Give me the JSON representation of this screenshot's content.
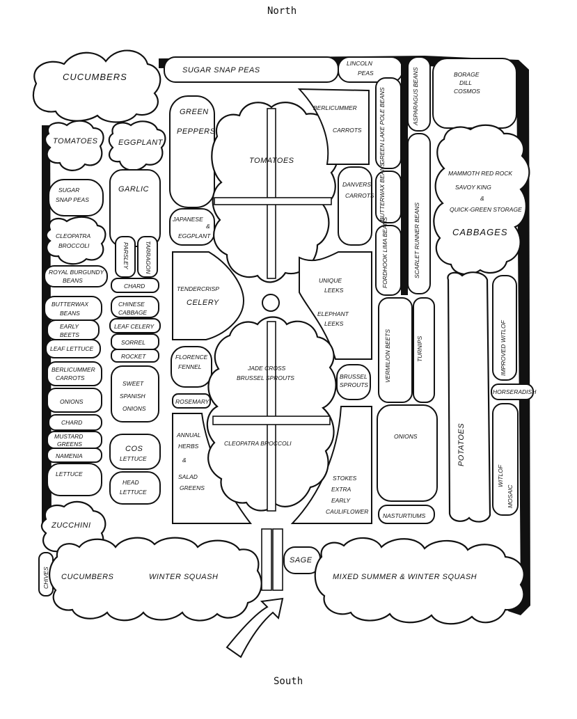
{
  "compass": {
    "north": "North",
    "south": "South"
  },
  "beds": {
    "cucumbers_nw": "CUCUMBERS",
    "sugar_snap_peas_top": "SUGAR SNAP PEAS",
    "lincoln_peas_1": "LINCOLN",
    "lincoln_peas_2": "PEAS",
    "borage_1": "BORAGE",
    "borage_2": "DILL",
    "borage_3": "COSMOS",
    "tomatoes_left": "TOMATOES",
    "eggplant_left": "EGGPLANT",
    "green_peppers_1": "GREEN",
    "green_peppers_2": "PEPPERS",
    "tomatoes_center": "TOMATOES",
    "berlicummer_carrots_top_1": "BERLICUMMER",
    "berlicummer_carrots_top_2": "CARROTS",
    "green_lake_pole_beans": "GREEN LAKE POLE BEANS",
    "asparagus_beans": "ASPARAGUS BEANS",
    "sugar_snap_left_1": "SUGAR",
    "sugar_snap_left_2": "SNAP PEAS",
    "garlic": "GARLIC",
    "danvers_carrots_1": "DANVERS",
    "danvers_carrots_2": "CARROTS",
    "butterwax_beans_right": "BUTTERWAX BEANS",
    "scarlet_runner_beans": "SCARLET RUNNER BEANS",
    "mammoth_1": "MAMMOTH RED ROCK",
    "mammoth_2": "SAVOY KING",
    "mammoth_3": "&",
    "mammoth_4": "QUICK-GREEN STORAGE",
    "cabbages": "CABBAGES",
    "cleopatra_left_1": "CLEOPATRA",
    "cleopatra_left_2": "BROCCOLI",
    "parsley": "PARSLEY",
    "tarragon": "TARRAGON",
    "japanese_eggplant_1": "JAPANESE",
    "japanese_eggplant_2": "&",
    "japanese_eggplant_3": "EGGPLANT",
    "fordhook_lima_beans": "FORDHOOK LIMA BEANS",
    "royal_burgundy_1": "ROYAL BURGUNDY",
    "royal_burgundy_2": "BEANS",
    "chard_mid": "CHARD",
    "tendercrisp_1": "TENDERCRISP",
    "tendercrisp_2": "CELERY",
    "unique_leeks_1": "UNIQUE",
    "unique_leeks_2": "LEEKS",
    "butterwax_left_1": "BUTTERWAX",
    "butterwax_left_2": "BEANS",
    "chinese_cabbage_1": "CHINESE",
    "chinese_cabbage_2": "CABBAGE",
    "elephant_leeks_1": "ELEPHANT",
    "elephant_leeks_2": "LEEKS",
    "vermilion_beets": "VERMILION BEETS",
    "turnips": "TURNIPS",
    "improved_witloof": "IMPROVED WITLOF",
    "early_beets_1": "EARLY",
    "early_beets_2": "BEETS",
    "leaf_celery": "LEAF CELERY",
    "sorrel": "SORREL",
    "leaf_lettuce": "LEAF LETTUCE",
    "rocket": "ROCKET",
    "florence_fennel_1": "FLORENCE",
    "florence_fennel_2": "FENNEL",
    "jade_cross_1": "JADE CROSS",
    "jade_cross_2": "BRUSSEL SPROUTS",
    "brussel_sprouts_1": "BRUSSEL",
    "brussel_sprouts_2": "SPROUTS",
    "horseradish": "HORSERADISH",
    "berlicummer_left_1": "BERLICUMMER",
    "berlicummer_left_2": "CARROTS",
    "sweet_spanish_1": "SWEET",
    "sweet_spanish_2": "SPANISH",
    "sweet_spanish_3": "ONIONS",
    "onions_left": "ONIONS",
    "rosemary": "ROSEMARY",
    "potatoes": "POTATOES",
    "chard_left": "CHARD",
    "cleopatra_center": "CLEOPATRA BROCCOLI",
    "onions_right": "ONIONS",
    "mustard_greens_1": "MUSTARD",
    "mustard_greens_2": "GREENS",
    "namenia": "NAMENIA",
    "cos_lettuce_1": "COS",
    "cos_lettuce_2": "LETTUCE",
    "annual_herbs_1": "ANNUAL",
    "annual_herbs_2": "HERBS",
    "annual_herbs_3": "&",
    "annual_herbs_4": "SALAD",
    "annual_herbs_5": "GREENS",
    "lettuce_left": "LETTUCE",
    "head_lettuce_1": "HEAD",
    "head_lettuce_2": "LETTUCE",
    "stokes_1": "STOKES",
    "stokes_2": "EXTRA",
    "stokes_3": "EARLY",
    "stokes_4": "CAULIFLOWER",
    "nasturtiums": "NASTURTIUMS",
    "witloof_lower": "WITLOF",
    "mosaic_label": "MOSAIC",
    "zucchini": "ZUCCHINI",
    "cucumbers_sw": "CUCUMBERS",
    "winter_squash": "WINTER SQUASH",
    "sage": "SAGE",
    "mixed_squash": "MIXED SUMMER & WINTER SQUASH",
    "chives": "CHIVES"
  }
}
